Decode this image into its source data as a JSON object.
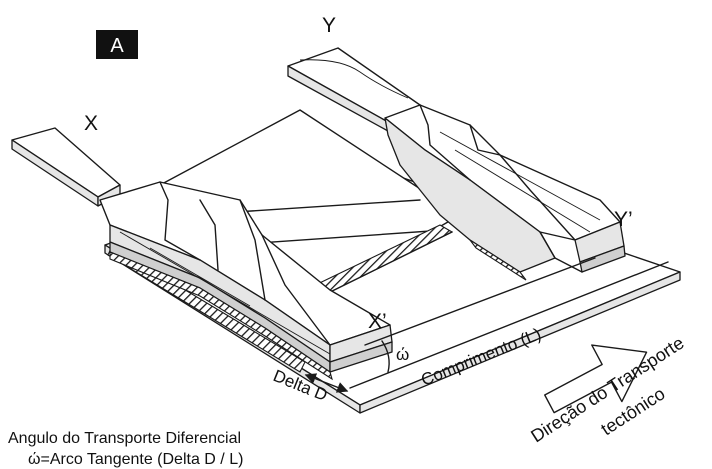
{
  "panel_badge": "A",
  "labels": {
    "x": "X",
    "y": "Y",
    "x_prime": "X’",
    "y_prime": "Y’",
    "omega": "ώ",
    "length": "Comprimento (L)",
    "delta": "Delta D",
    "direction_line1": "Direção do Transporte",
    "direction_line2": "tectônico"
  },
  "caption": {
    "line1": "Angulo do Transporte Diferencial",
    "line2": "ώ=Arco Tangente (Delta D / L)"
  },
  "colors": {
    "line": "#1a1a1a",
    "badge_bg": "#111111",
    "badge_text": "#ffffff"
  }
}
